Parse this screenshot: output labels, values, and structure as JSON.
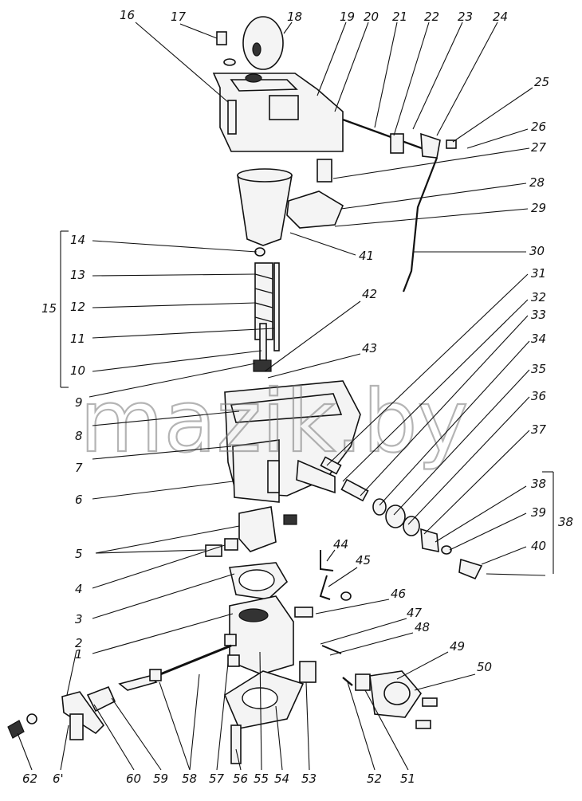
{
  "labels": {
    "n1": "1",
    "n2": "2",
    "n3": "3",
    "n4": "4",
    "n5": "5",
    "n6": "6",
    "n7": "7",
    "n8": "8",
    "n9": "9",
    "n10": "10",
    "n11": "11",
    "n12": "12",
    "n13": "13",
    "n14": "14",
    "n15": "15",
    "n16": "16",
    "n17": "17",
    "n18": "18",
    "n19": "19",
    "n20": "20",
    "n21": "21",
    "n22": "22",
    "n23": "23",
    "n24": "24",
    "n25": "25",
    "n26": "26",
    "n27": "27",
    "n28": "28",
    "n29": "29",
    "n30": "30",
    "n31": "31",
    "n32": "32",
    "n33": "33",
    "n34": "34",
    "n35": "35",
    "n36": "36",
    "n37": "37",
    "n38": "38",
    "n38b": "38",
    "n39": "39",
    "n40": "40",
    "n41": "41",
    "n42": "42",
    "n43": "43",
    "n44": "44",
    "n45": "45",
    "n46": "46",
    "n47": "47",
    "n48": "48",
    "n49": "49",
    "n50": "50",
    "n51": "51",
    "n52": "52",
    "n53": "53",
    "n54": "54",
    "n55": "55",
    "n56": "56",
    "n57": "57",
    "n58": "58",
    "n59": "59",
    "n60": "60",
    "n61": "6'",
    "n62": "62"
  },
  "watermark": "mazik.by"
}
